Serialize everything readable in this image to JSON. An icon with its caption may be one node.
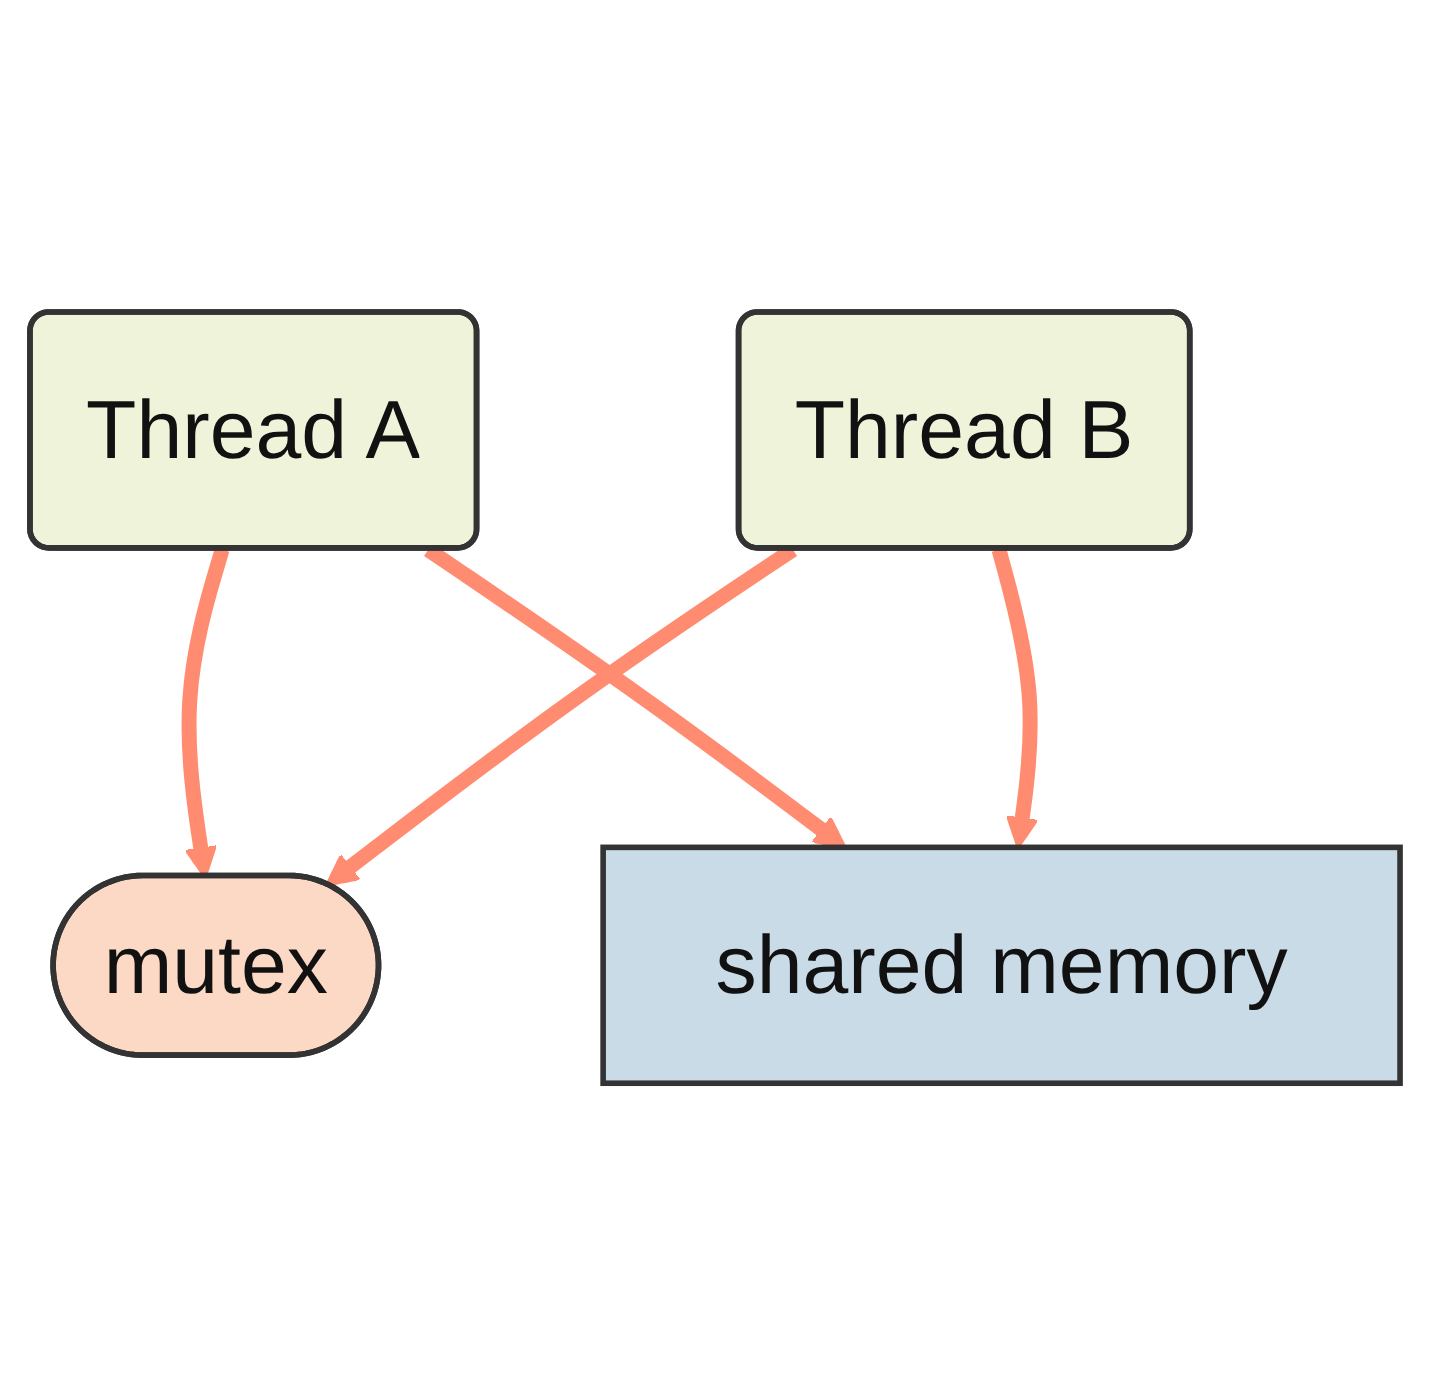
{
  "diagram": {
    "nodes": [
      {
        "text": [
          "Thread A"
        ]
      },
      {
        "text": [
          "Thread B"
        ]
      },
      {
        "text": [
          "mutex"
        ]
      },
      {
        "text": [
          "shared memory"
        ]
      }
    ],
    "edges": [
      {
        "from": 0,
        "to": 2,
        "arrow": "to"
      },
      {
        "from": 1,
        "to": 2,
        "arrow": "to"
      },
      {
        "from": 0,
        "to": 3,
        "arrow": "to"
      },
      {
        "from": 1,
        "to": 3,
        "arrow": "to"
      }
    ]
  }
}
